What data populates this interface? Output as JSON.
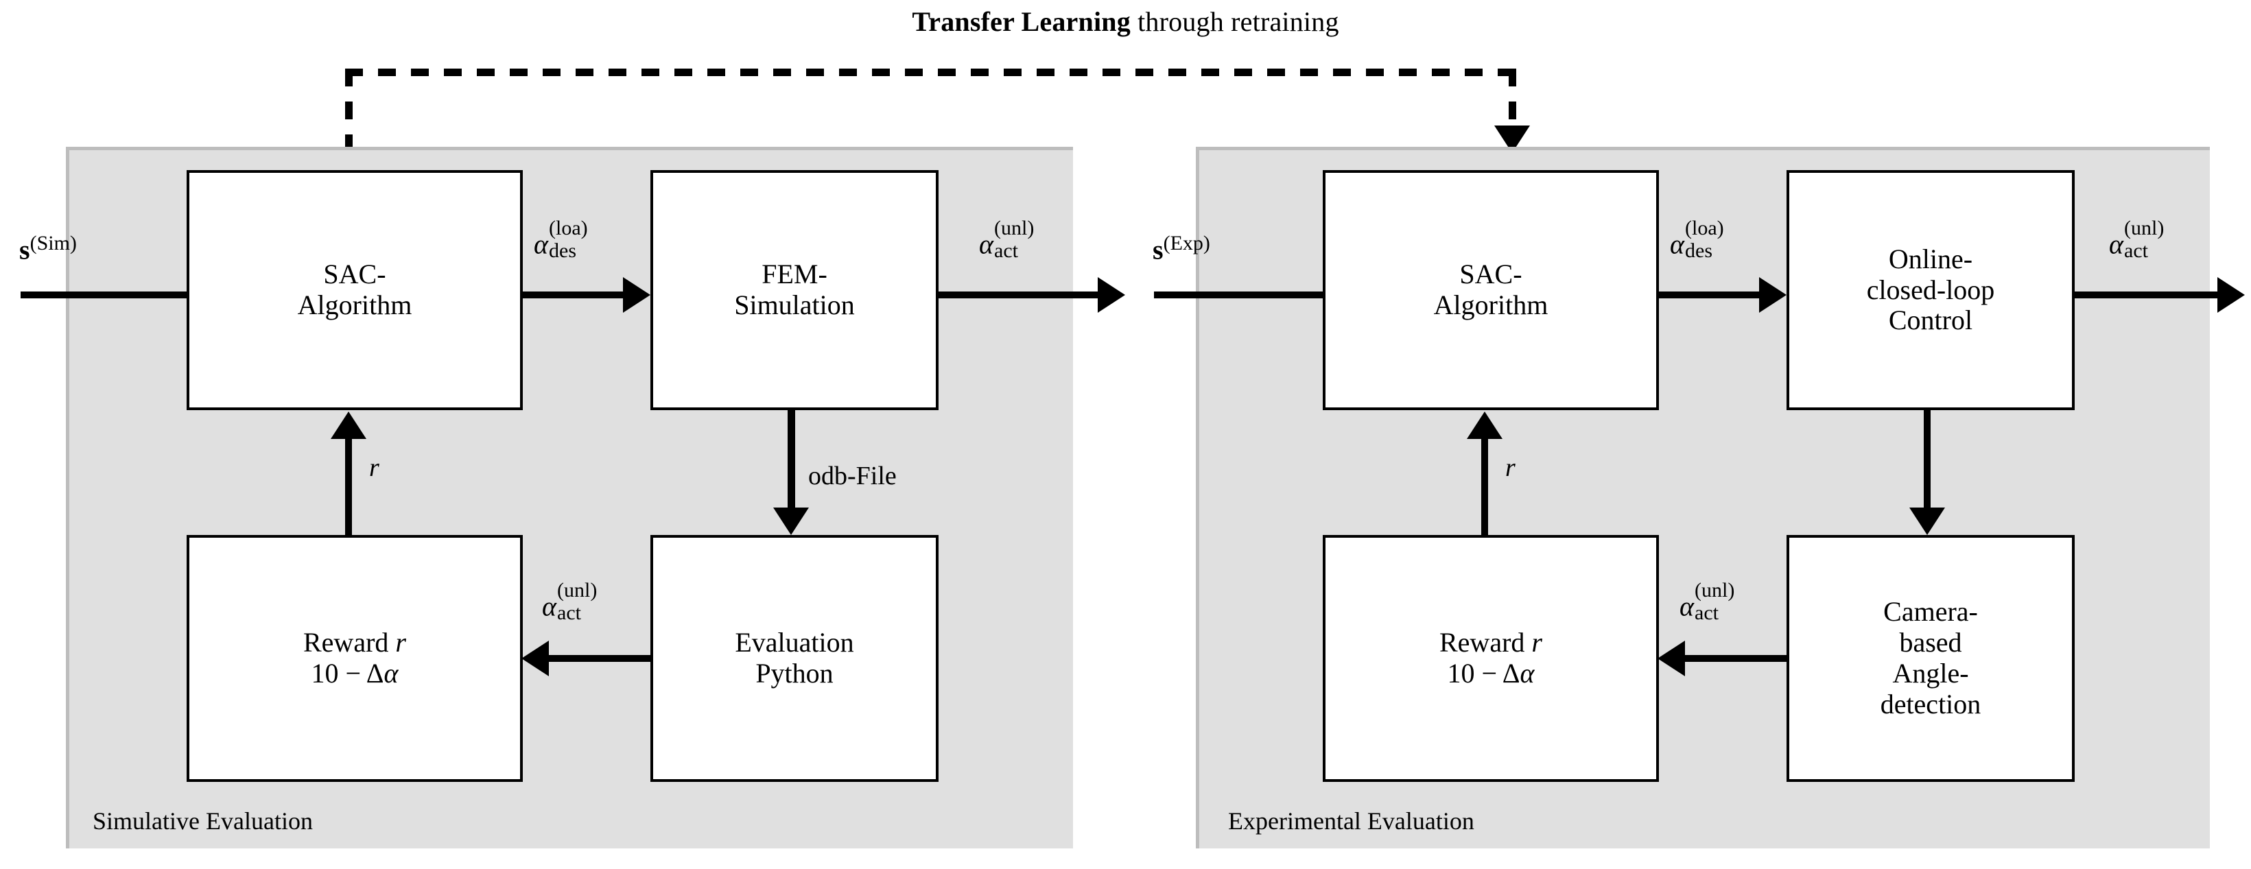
{
  "title": {
    "bold_part": "Transfer Learning",
    "rest_part": " through retraining"
  },
  "panels": [
    {
      "id": "simulative",
      "caption": "Simulative Evaluation",
      "input_label": {
        "symbol": "s",
        "superscript": "(Sim)"
      },
      "boxes": [
        {
          "id": "sac-sim",
          "lines": [
            "SAC-",
            "Algorithm"
          ]
        },
        {
          "id": "fem",
          "lines": [
            "FEM-",
            "Simulation"
          ]
        },
        {
          "id": "reward-sim",
          "lines": [
            "Reward r",
            "10 − Δα"
          ]
        },
        {
          "id": "evaluation-python",
          "lines": [
            "Evaluation",
            "Python"
          ]
        }
      ],
      "edge_labels": {
        "sac_to_model": {
          "symbol": "α",
          "superscript": "(loa)",
          "subscript": "des"
        },
        "model_out": {
          "symbol": "α",
          "superscript": "(unl)",
          "subscript": "act"
        },
        "model_to_eval": "odb-File",
        "eval_to_reward": {
          "symbol": "α",
          "superscript": "(unl)",
          "subscript": "act"
        },
        "reward_to_sac": "r"
      }
    },
    {
      "id": "experimental",
      "caption": "Experimental Evaluation",
      "input_label": {
        "symbol": "s",
        "superscript": "(Exp)"
      },
      "boxes": [
        {
          "id": "sac-exp",
          "lines": [
            "SAC-",
            "Algorithm"
          ]
        },
        {
          "id": "online-control",
          "lines": [
            "Online-",
            "closed-loop",
            "Control"
          ]
        },
        {
          "id": "reward-exp",
          "lines": [
            "Reward r",
            "10 − Δα"
          ]
        },
        {
          "id": "camera-angle",
          "lines": [
            "Camera-",
            "based",
            "Angle-",
            "detection"
          ]
        }
      ],
      "edge_labels": {
        "sac_to_model": {
          "symbol": "α",
          "superscript": "(loa)",
          "subscript": "des"
        },
        "model_out": {
          "symbol": "α",
          "superscript": "(unl)",
          "subscript": "act"
        },
        "eval_to_reward": {
          "symbol": "α",
          "superscript": "(unl)",
          "subscript": "act"
        },
        "reward_to_sac": "r"
      }
    }
  ],
  "colors": {
    "panel_fill": "#e0e0e0",
    "panel_edge": "#bdbdbd",
    "stroke": "#000000",
    "box_fill": "#ffffff"
  }
}
